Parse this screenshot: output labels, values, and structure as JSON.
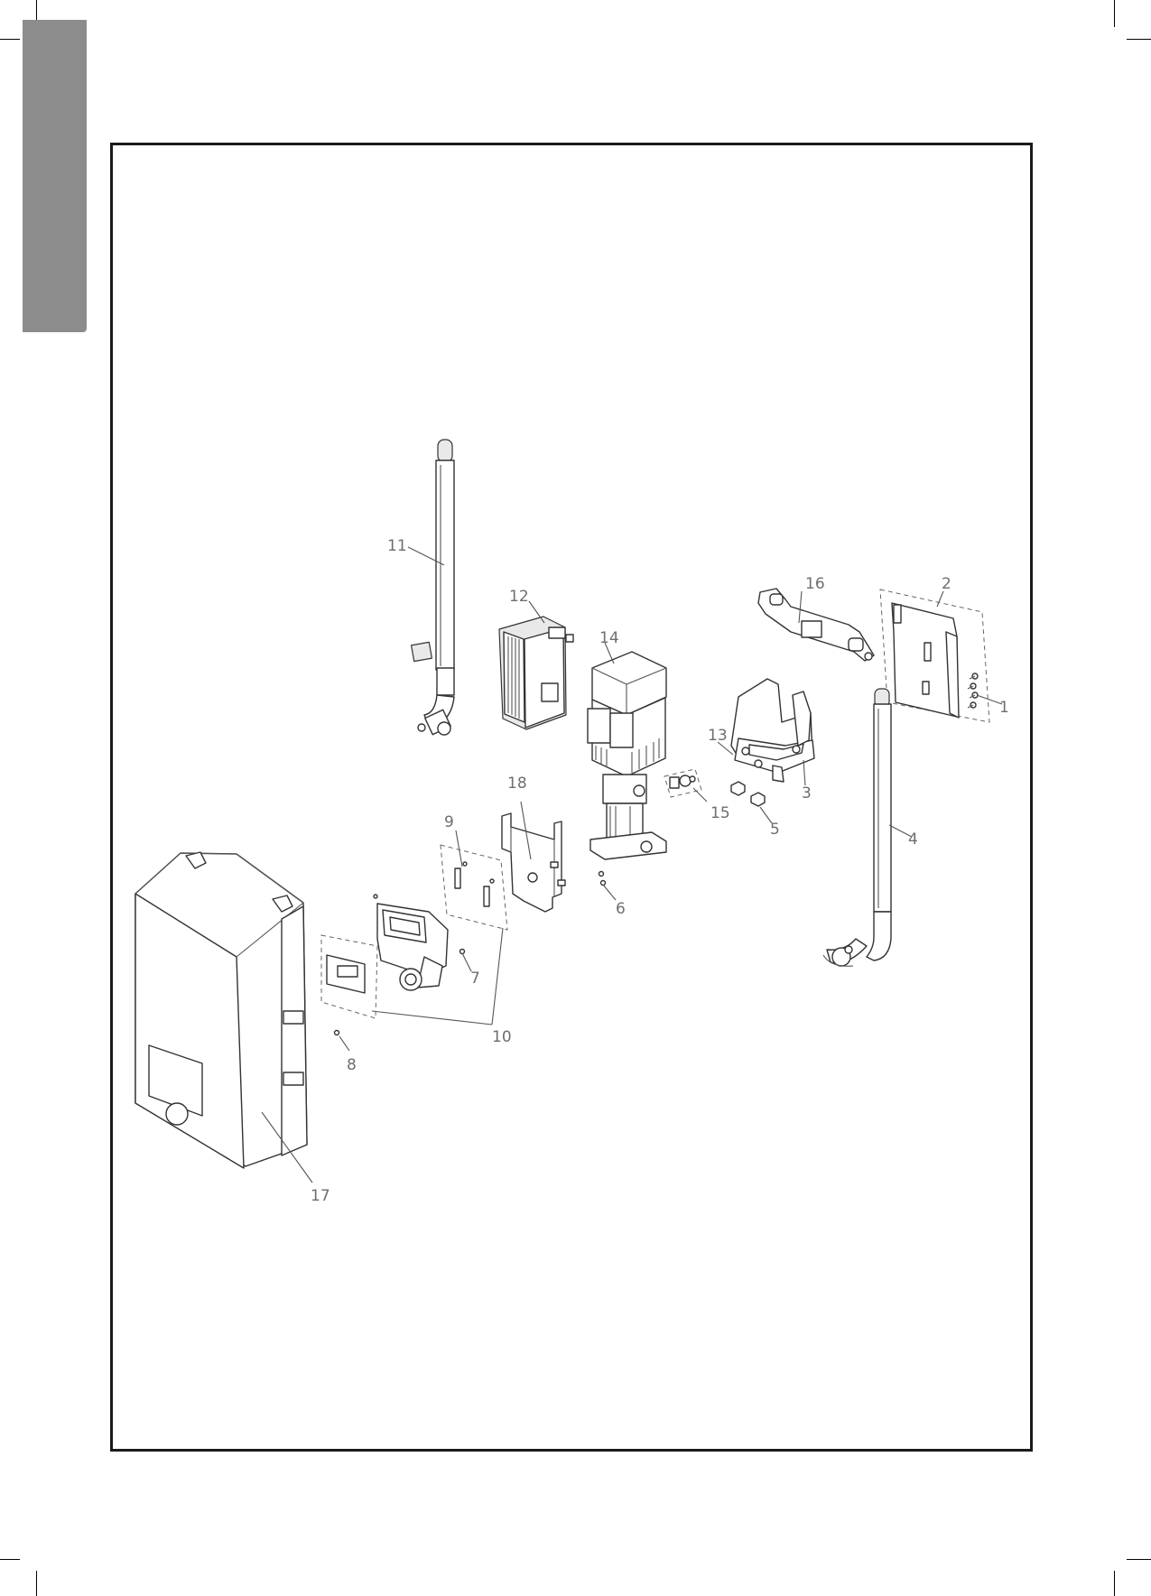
{
  "labels": {
    "p1": "1",
    "p2": "2",
    "p3": "3",
    "p4": "4",
    "p5": "5",
    "p6": "6",
    "p7": "7",
    "p8": "8",
    "p9": "9",
    "p10": "10",
    "p11": "11",
    "p12": "12",
    "p13": "13",
    "p14": "14",
    "p15": "15",
    "p16": "16",
    "p17": "17",
    "p18": "18"
  },
  "colors": {
    "side_tab": "#8c8c8c",
    "frame": "#1a1a1a",
    "callout_text": "#6e6e6e"
  }
}
